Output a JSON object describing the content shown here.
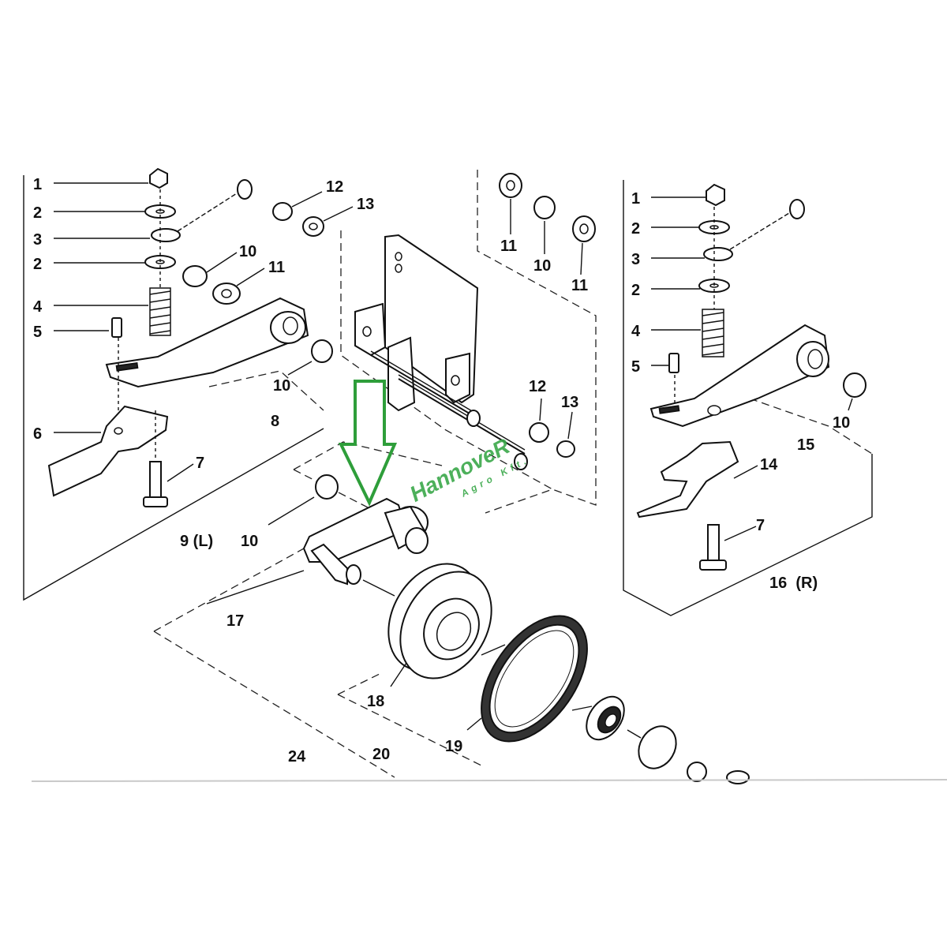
{
  "diagram": {
    "left_assembly": {
      "labels": [
        "1",
        "2",
        "3",
        "2",
        "4",
        "5",
        "6",
        "7",
        "8",
        "9 (L)",
        "10",
        "11",
        "10"
      ]
    },
    "center_assembly": {
      "labels": [
        "12",
        "13",
        "12",
        "13",
        "10",
        "17",
        "18",
        "19",
        "20",
        "24"
      ]
    },
    "washer_group": {
      "labels": [
        "11",
        "10",
        "11"
      ]
    },
    "right_assembly": {
      "labels": [
        "1",
        "2",
        "3",
        "2",
        "4",
        "5",
        "10",
        "15",
        "14",
        "7",
        "16  (R)"
      ]
    },
    "watermark": {
      "brand": "HannoveR",
      "sub": "Agro Kft."
    },
    "highlight": {
      "icon": "down-arrow-icon",
      "color": "#2e9e3a"
    }
  }
}
